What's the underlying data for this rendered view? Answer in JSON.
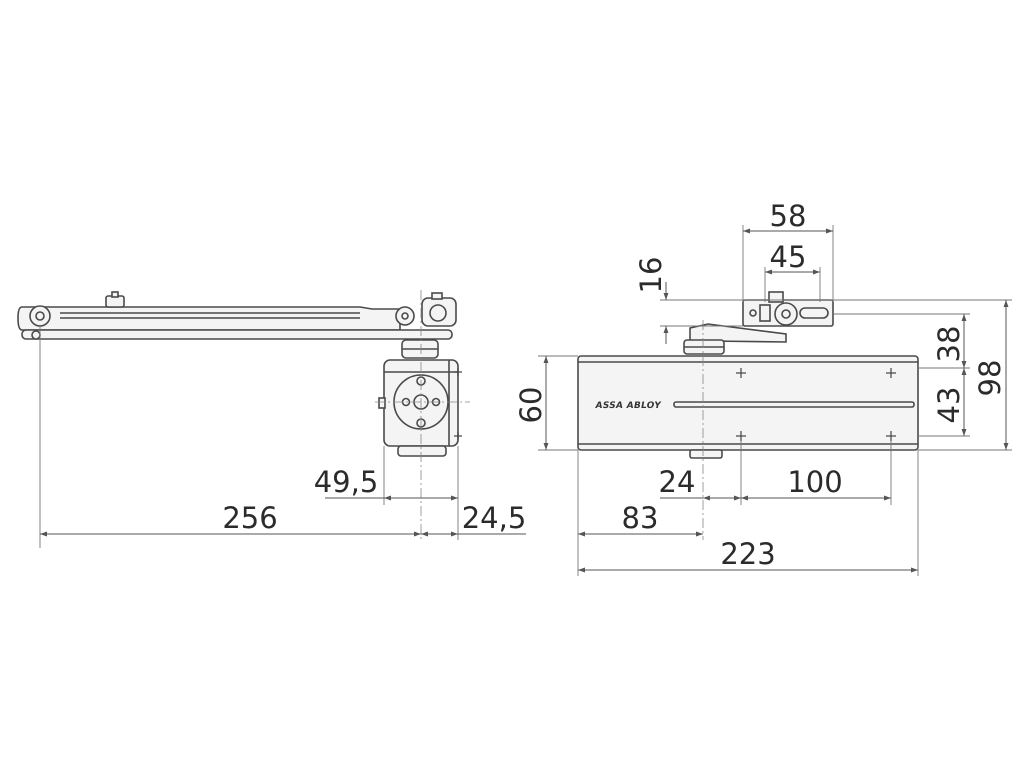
{
  "brand_text": "ASSA ABLOY",
  "left_view": {
    "dims": {
      "total_length": "256",
      "bracket_offset": "49,5",
      "bracket_edge": "24,5"
    }
  },
  "right_view": {
    "dims": {
      "bracket_width": "58",
      "bracket_holes": "45",
      "arm_offset": "16",
      "top_height": "38",
      "lower_height": "43",
      "total_height": "98",
      "body_height": "60",
      "spindle_offset": "24",
      "hole_spacing": "100",
      "spindle_from_edge": "83",
      "body_length": "223"
    }
  }
}
